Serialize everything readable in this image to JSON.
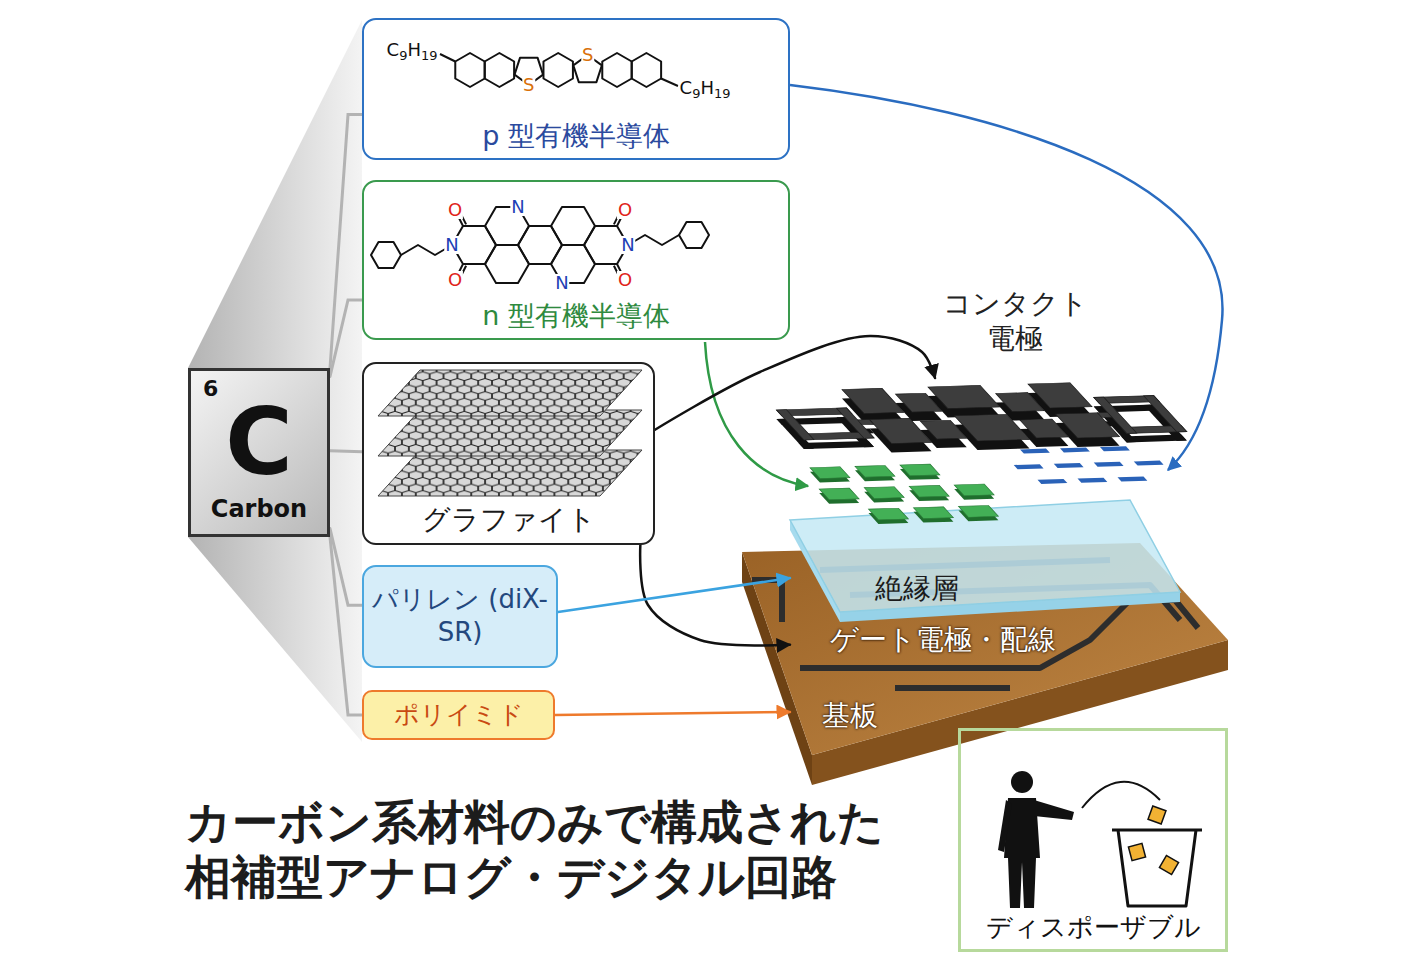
{
  "diagram": {
    "caption": "カーボン系材料のみで構成された 相補型アナログ・デジタル回路",
    "nodes": [
      {
        "text": [
          "6",
          "C",
          "Carbon"
        ]
      },
      {
        "text": [
          "p 型有機半導体"
        ]
      },
      {
        "text": [
          "n 型有機半導体"
        ]
      },
      {
        "text": [
          "グラファイト"
        ]
      },
      {
        "text": [
          "パリレン (diX-SR)"
        ]
      },
      {
        "text": [
          "ポリイミド"
        ]
      },
      {
        "text": [
          "コンタクト 電極"
        ]
      },
      {
        "text": [
          "絶縁層"
        ]
      },
      {
        "text": [
          "ゲート電極・配線",
          "基板"
        ]
      },
      {
        "text": [
          "ディスポーザブル"
        ]
      }
    ],
    "edges": [
      {
        "from": 0,
        "to": 1,
        "arrow": "none"
      },
      {
        "from": 0,
        "to": 2,
        "arrow": "none"
      },
      {
        "from": 0,
        "to": 3,
        "arrow": "none"
      },
      {
        "from": 0,
        "to": 4,
        "arrow": "none"
      },
      {
        "from": 0,
        "to": 5,
        "arrow": "none"
      },
      {
        "from": 3,
        "to": 6,
        "arrow": "to"
      },
      {
        "from": 3,
        "to": 8,
        "arrow": "to"
      },
      {
        "from": 4,
        "to": 7,
        "arrow": "to"
      },
      {
        "from": 5,
        "to": 8,
        "arrow": "to"
      }
    ],
    "labels": [
      "C9H19",
      "S",
      "S",
      "C9H19",
      "O",
      "N",
      "O",
      "N",
      "N",
      "O",
      "N",
      "O"
    ]
  }
}
